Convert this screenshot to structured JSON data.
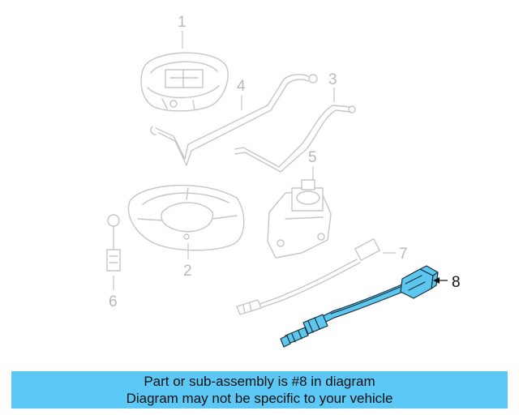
{
  "callouts": {
    "c1": "1",
    "c2": "2",
    "c3": "3",
    "c4": "4",
    "c5": "5",
    "c6": "6",
    "c7": "7",
    "c8": "8"
  },
  "banner": {
    "line1": "Part or sub-assembly is #8 in diagram",
    "line2": "Diagram may not be specific to your vehicle"
  },
  "colors": {
    "highlight": "#5cc8f0",
    "banner_bg": "#5cc8f5",
    "ghost": "#c6c6c6"
  }
}
